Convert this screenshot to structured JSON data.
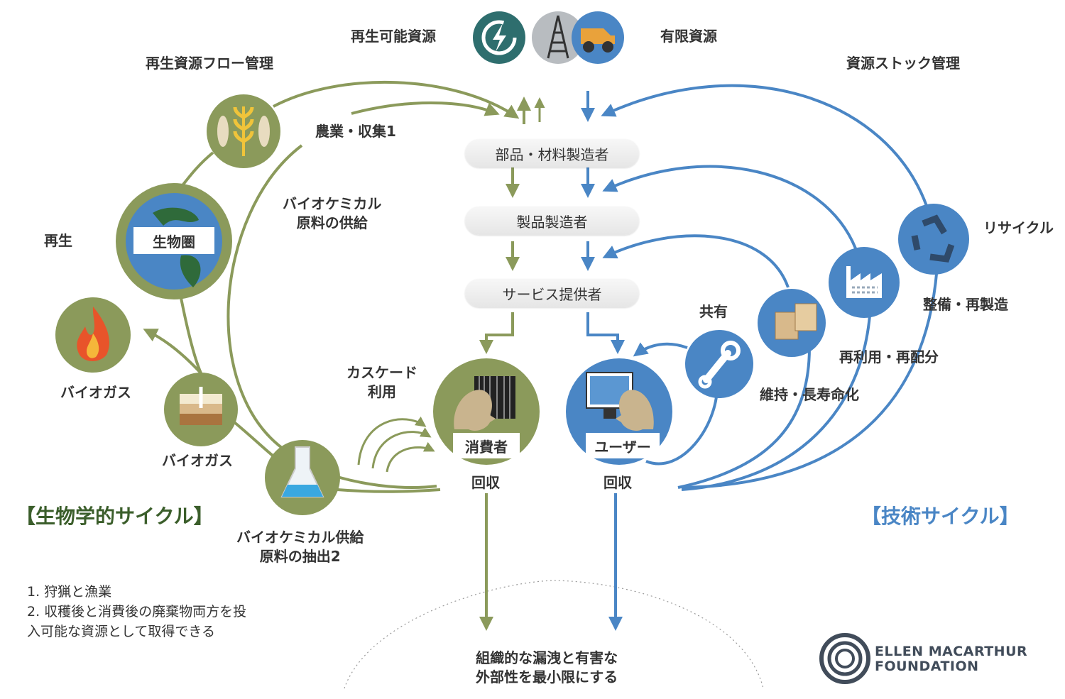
{
  "top": {
    "renewable": "再生可能資源",
    "finite": "有限資源"
  },
  "biological": {
    "flow_mgmt": "再生資源フロー管理",
    "farming": "農業・収集1",
    "biochem_supply": [
      "バイオケミカル",
      "原料の供給"
    ],
    "regeneration": "再生",
    "biosphere": "生物圏",
    "biogas_top": "バイオガス",
    "biogas_mid": "バイオガス",
    "cascade": [
      "カスケード",
      "利用"
    ],
    "extraction": [
      "バイオケミカル供給",
      "原料の抽出2"
    ],
    "title": "【生物学的サイクル】",
    "color": "#8b9a5b"
  },
  "technical": {
    "stock_mgmt": "資源ストック管理",
    "recycle": "リサイクル",
    "refurbish": "整備・再製造",
    "reuse": "再利用・再配分",
    "maintain": "維持・長寿命化",
    "share": "共有",
    "title": "【技術サイクル】",
    "color": "#4a86c5"
  },
  "center": {
    "parts": "部品・材料製造者",
    "product": "製品製造者",
    "service": "サービス提供者",
    "consumer": "消費者",
    "user": "ユーザー",
    "collect_left": "回収",
    "collect_right": "回収",
    "minimise": [
      "組織的な漏洩と有害な",
      "外部性を最小限にする"
    ]
  },
  "notes": [
    "1.   狩猟と漁業",
    "2. 収穫後と消費後の廃棄物両方を投",
    "入可能な資源として取得できる"
  ],
  "logo": [
    "ELLEN MACARTHUR",
    "FOUNDATION"
  ]
}
